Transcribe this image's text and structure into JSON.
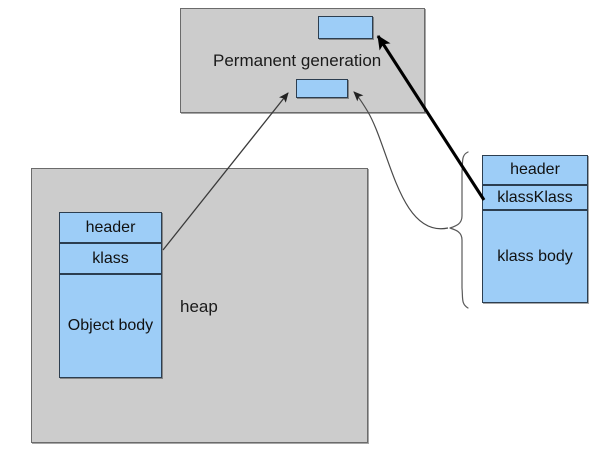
{
  "diagram": {
    "title_visible": false,
    "colors": {
      "region_fill": "#cccccc",
      "region_border": "#6b6b6b",
      "box_fill": "#9dcdf7",
      "box_border": "#2c3e50",
      "arrow_thin": "#3a3a3a",
      "arrow_thick": "#000000",
      "text": "#111111",
      "background": "#ffffff"
    },
    "regions": [
      {
        "id": "permgen",
        "label": "Permanent generation"
      },
      {
        "id": "heap",
        "label": "heap"
      }
    ],
    "permgen_boxes": [
      {
        "id": "permgen-box-top",
        "label": ""
      },
      {
        "id": "permgen-box-bottom",
        "label": ""
      }
    ],
    "object_instance": {
      "rows": [
        {
          "id": "object-header",
          "label": "header"
        },
        {
          "id": "object-klass",
          "label": "klass"
        },
        {
          "id": "object-body",
          "label": "Object body"
        }
      ]
    },
    "klass_object": {
      "rows": [
        {
          "id": "kk-header",
          "label": "header"
        },
        {
          "id": "kk-klass",
          "label": "klassKlass"
        },
        {
          "id": "kk-body",
          "label": "klass body"
        }
      ]
    },
    "connectors": [
      {
        "id": "object-klass-to-permgen-box",
        "from": "object-klass",
        "to": "permgen-box-bottom",
        "style": "thin-straight"
      },
      {
        "id": "klass-object-brace-to-permgen-box",
        "from": "klass-object-brace",
        "to": "permgen-box-bottom",
        "style": "thin-curved"
      },
      {
        "id": "kk-klass-to-permgen-box-top",
        "from": "kk-klass",
        "to": "permgen-box-top",
        "style": "thick-straight"
      },
      {
        "id": "brace-pointer",
        "from": "klass-object-brace",
        "to": "brace-tip",
        "style": "thin-curved"
      }
    ]
  }
}
